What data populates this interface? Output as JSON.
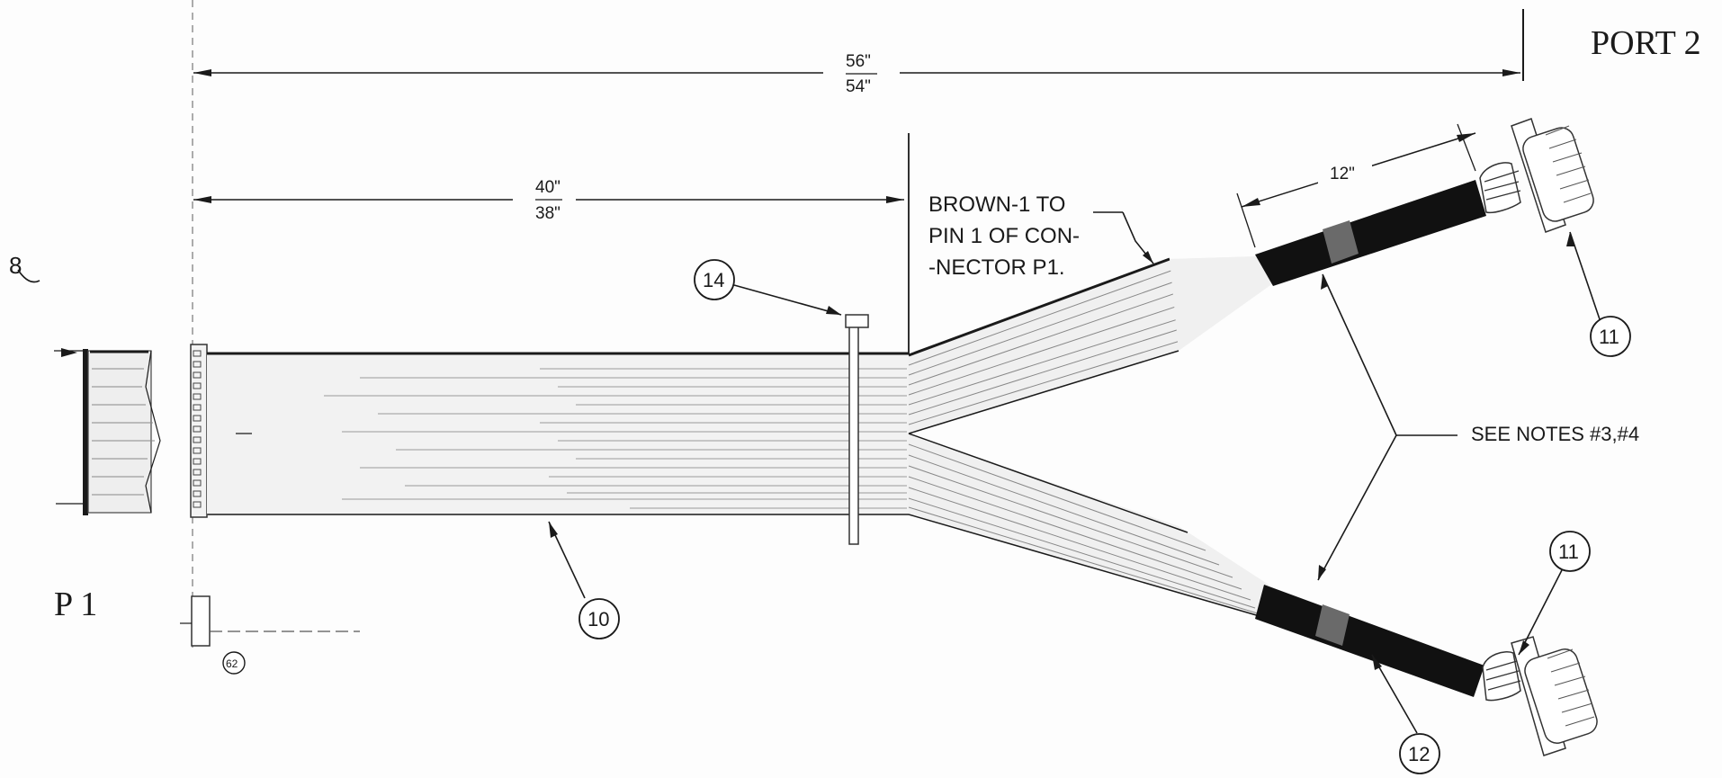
{
  "labels": {
    "port2": "PORT 2",
    "p1": "P 1",
    "dim_overall_max": "56\"",
    "dim_overall_min": "54\"",
    "dim_trunk_max": "40\"",
    "dim_trunk_min": "38\"",
    "dim_branch": "12\"",
    "note_line1": "BROWN-1 TO",
    "note_line2": "PIN 1 OF CON-",
    "note_line3": "-NECTOR P1.",
    "see_notes": "SEE NOTES #3,#4"
  },
  "balloons": {
    "b8": "8",
    "b10": "10",
    "b11_top": "11",
    "b11_bottom": "11",
    "b12": "12",
    "b14": "14",
    "b62": "62"
  }
}
